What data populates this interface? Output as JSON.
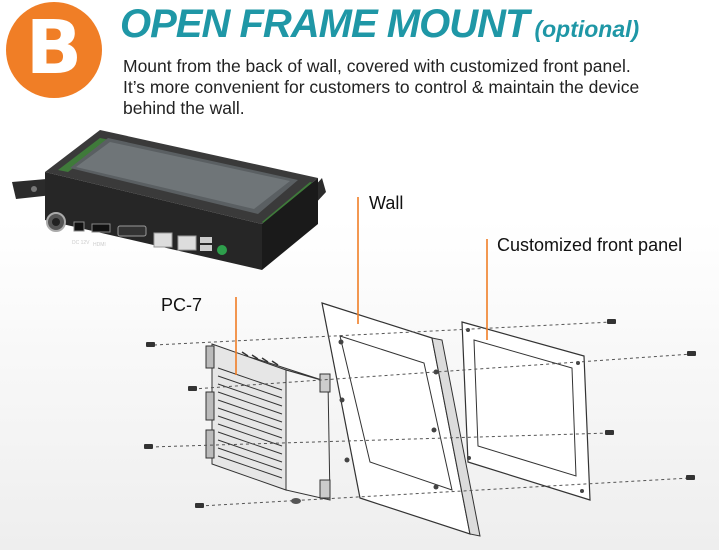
{
  "badge": {
    "letter": "B"
  },
  "title": {
    "main": "OPEN FRAME MOUNT",
    "optional": "(optional)"
  },
  "description": {
    "line1": "Mount from the back of wall, covered with customized front panel.",
    "line2": "It’s more convenient for customers to control & maintain the device",
    "line3": "behind the wall."
  },
  "labels": {
    "wall": "Wall",
    "front_panel": "Customized front panel",
    "pc": "PC-7"
  },
  "device_ports": {
    "dc": "DC 12V",
    "hdmi": "HDMI"
  },
  "colors": {
    "accent": "#f07e26",
    "title": "#1f97a6",
    "callout_line": "#f07e26"
  }
}
